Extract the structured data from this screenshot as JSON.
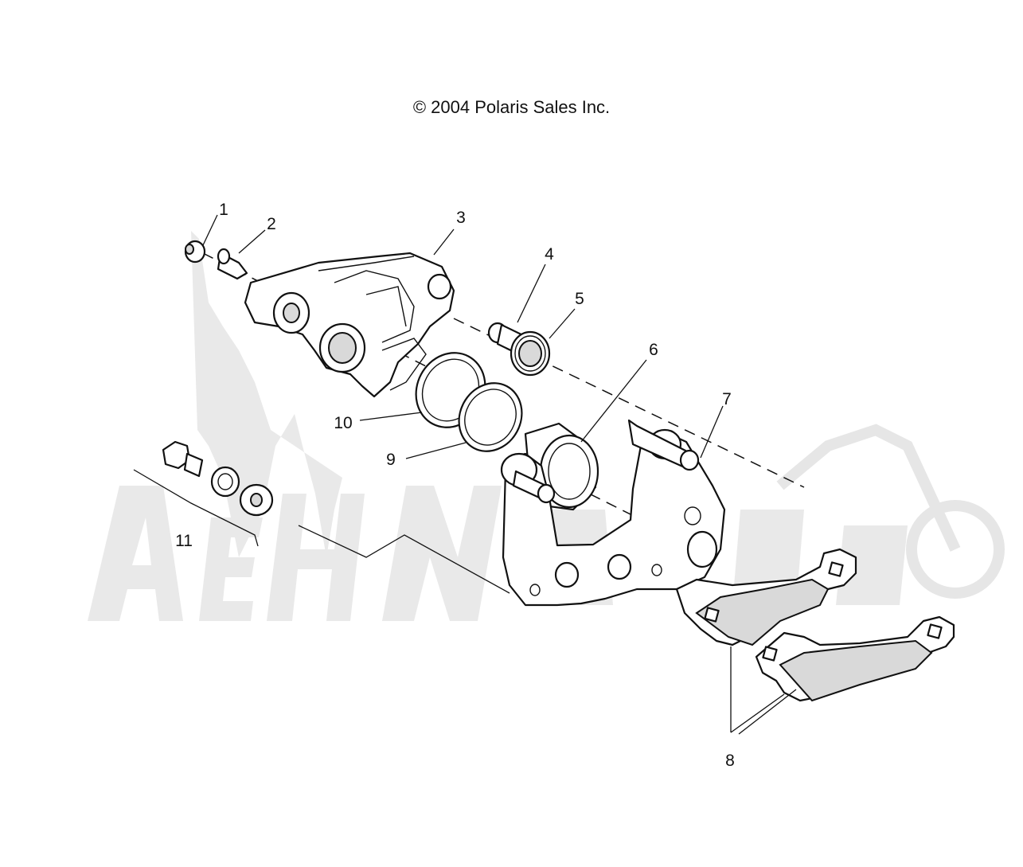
{
  "copyright": "© 2004 Polaris Sales Inc.",
  "callouts": [
    "1",
    "2",
    "3",
    "4",
    "5",
    "6",
    "7",
    "8",
    "9",
    "10",
    "11"
  ]
}
